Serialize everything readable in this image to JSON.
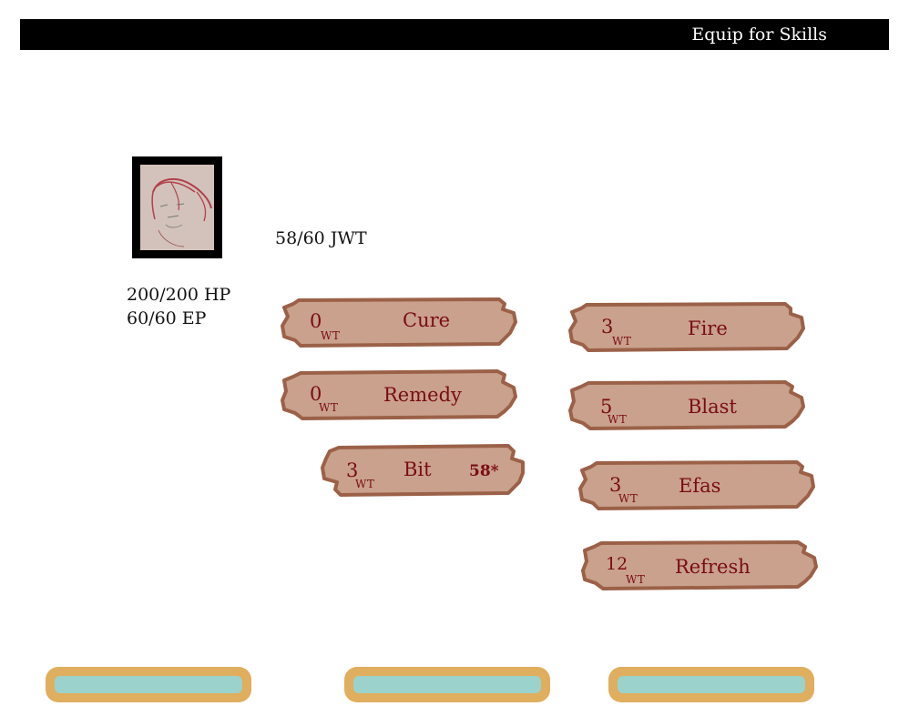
{
  "header": {
    "title": "Equip for Skills"
  },
  "character": {
    "jwt": "58/60 JWT",
    "hp": "200/200 HP",
    "ep": "60/60 EP"
  },
  "wt_label": "WT",
  "skills_left": [
    {
      "name": "Cure",
      "wt": "0",
      "extra": ""
    },
    {
      "name": "Remedy",
      "wt": "0",
      "extra": ""
    },
    {
      "name": "Bit",
      "wt": "3",
      "extra": "58*"
    }
  ],
  "skills_right": [
    {
      "name": "Fire",
      "wt": "3",
      "extra": ""
    },
    {
      "name": "Blast",
      "wt": "5",
      "extra": ""
    },
    {
      "name": "Efas",
      "wt": "3",
      "extra": ""
    },
    {
      "name": "Refresh",
      "wt": "12",
      "extra": ""
    }
  ],
  "colors": {
    "plank_fill": "#c9a18c",
    "plank_border": "#9b6148",
    "skill_text": "#7a0c12",
    "button_outer": "#dfae5e",
    "button_inner": "#9bd2cc"
  }
}
